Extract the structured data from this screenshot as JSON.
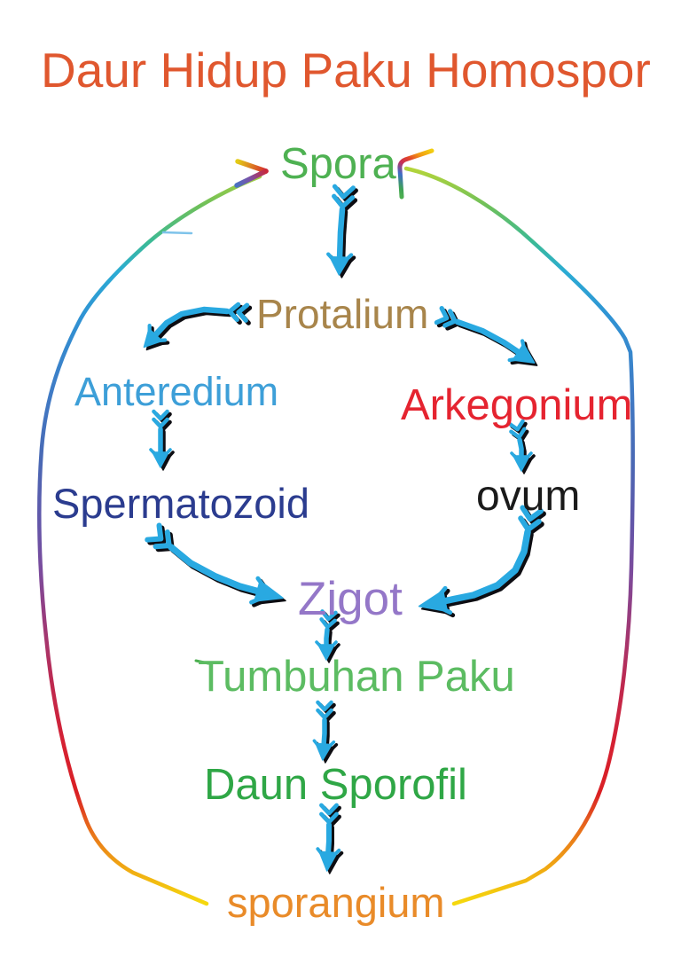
{
  "title": {
    "text": "Daur Hidup Paku Homospor",
    "color": "#E0572E"
  },
  "nodes": [
    {
      "id": "spora",
      "label": "Spora",
      "color": "#4EB152"
    },
    {
      "id": "protalium",
      "label": "Protalium",
      "color": "#A8854B"
    },
    {
      "id": "anteredium",
      "label": "Anteredium",
      "color": "#3D9FD8"
    },
    {
      "id": "arkegonium",
      "label": "Arkegonium",
      "color": "#E52430"
    },
    {
      "id": "spermatozoid",
      "label": "Spermatozoid",
      "color": "#2B3C8F"
    },
    {
      "id": "ovum",
      "label": "ovum",
      "color": "#1A1A1A"
    },
    {
      "id": "zigot",
      "label": "Zigot",
      "color": "#9477C8"
    },
    {
      "id": "tumbuhan_paku",
      "label": "Tumbuhan Paku",
      "color": "#5CBC62"
    },
    {
      "id": "daun_sporofil",
      "label": "Daun Sporofil",
      "color": "#2FA746"
    },
    {
      "id": "sporangium",
      "label": "sporangium",
      "color": "#E98B29"
    }
  ],
  "edges": [
    {
      "from": "spora",
      "to": "protalium"
    },
    {
      "from": "protalium",
      "to": "anteredium"
    },
    {
      "from": "protalium",
      "to": "arkegonium"
    },
    {
      "from": "anteredium",
      "to": "spermatozoid"
    },
    {
      "from": "arkegonium",
      "to": "ovum"
    },
    {
      "from": "spermatozoid",
      "to": "zigot"
    },
    {
      "from": "ovum",
      "to": "zigot"
    },
    {
      "from": "zigot",
      "to": "tumbuhan_paku"
    },
    {
      "from": "tumbuhan_paku",
      "to": "daun_sporofil"
    },
    {
      "from": "daun_sporofil",
      "to": "sporangium"
    }
  ],
  "palette": {
    "arrow_fill": "#29A9E1",
    "arrow_outline": "#0D0D12",
    "loop_gradient_stops": [
      [
        0.0,
        "#B5D53A"
      ],
      [
        0.05,
        "#6FC05A"
      ],
      [
        0.1,
        "#3BBA96"
      ],
      [
        0.14,
        "#2BACD4"
      ],
      [
        0.2,
        "#2F93D4"
      ],
      [
        0.3,
        "#3F7CC6"
      ],
      [
        0.4,
        "#4A68B4"
      ],
      [
        0.48,
        "#6156A9"
      ],
      [
        0.55,
        "#7C4B9C"
      ],
      [
        0.62,
        "#9C3A78"
      ],
      [
        0.7,
        "#BE2950"
      ],
      [
        0.78,
        "#D52133"
      ],
      [
        0.85,
        "#DA2024"
      ],
      [
        0.9,
        "#E8701B"
      ],
      [
        0.95,
        "#F0A713"
      ],
      [
        1.0,
        "#F5D90E"
      ]
    ]
  }
}
